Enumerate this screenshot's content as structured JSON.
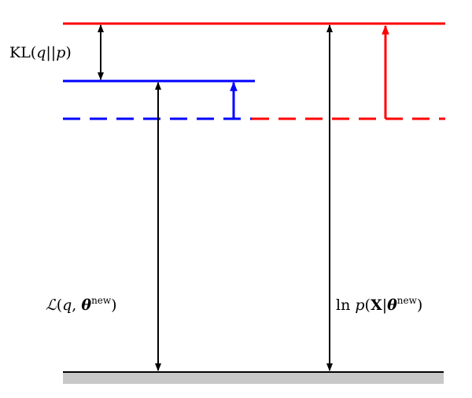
{
  "diagram": {
    "labels": {
      "kl": {
        "text": "KL(q||p)",
        "prefix": "KL(",
        "var_q": "q",
        "sep": "||",
        "var_p": "p",
        "suffix": ")"
      },
      "lower_bound": {
        "text": "ℒ(q, θnew)",
        "func": "ℒ",
        "open": "(",
        "var_q": "q",
        "comma": ", ",
        "theta": "θ",
        "sup": "new",
        "close": ")"
      },
      "log_likelihood": {
        "text": "ln p(X|θnew)",
        "ln": "ln ",
        "var_p": "p",
        "open": "(",
        "x": "X",
        "bar": "|",
        "theta": "θ",
        "sup": "new",
        "close": ")"
      }
    },
    "colors": {
      "red": "#ff0000",
      "blue": "#0000ff",
      "black": "#000000",
      "baseline_shadow": "#c8c8c8"
    }
  }
}
